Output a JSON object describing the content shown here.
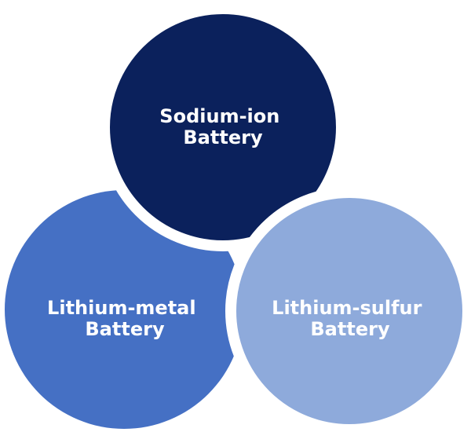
{
  "diagram": {
    "circles": [
      {
        "id": "sodium-ion",
        "lines": [
          "Sodium-ion",
          "Battery"
        ],
        "color": "#0b215c"
      },
      {
        "id": "lithium-metal",
        "lines": [
          "Lithium-metal",
          "Battery"
        ],
        "color": "#4570c4"
      },
      {
        "id": "lithium-sulfur",
        "lines": [
          "Lithium-sulfur",
          "Battery"
        ],
        "color": "#8eaadb"
      }
    ],
    "separator_color": "#ffffff"
  }
}
